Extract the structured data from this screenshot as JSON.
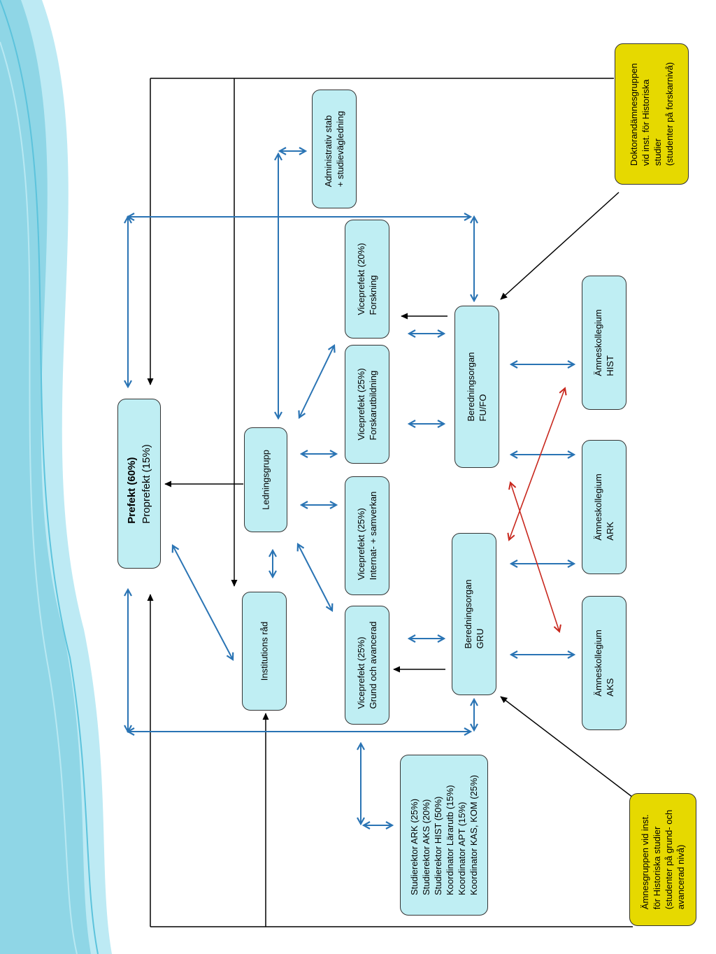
{
  "colors": {
    "background": "#ffffff",
    "box_fill": "#bfeef3",
    "box_yellow": "#e6d900",
    "arrow_blue": "#2a74b4",
    "arrow_red": "#c8281e",
    "arrow_black": "#000000",
    "accent_wave": "#8fd6e6"
  },
  "boxes": {
    "prefekt": {
      "line1": "Prefekt (60%)",
      "line2": "Proprefekt (15%)"
    },
    "ledningsgrupp": {
      "line1": "Ledningsgrupp"
    },
    "institutions_rad": {
      "line1": "Institutions råd"
    },
    "admin": {
      "line1": "Administrativ stab",
      "line2": "+ studievägledning"
    },
    "vp_forskning": {
      "line1": "Viceprefekt (20%)",
      "line2": "Forskning"
    },
    "vp_forskarutbildning": {
      "line1": "Viceprefekt (25%)",
      "line2": "Forskarutbildning"
    },
    "vp_internat": {
      "line1": "Viceprefekt  (25%)",
      "line2": "Internat- + samverkan"
    },
    "vp_grund": {
      "line1": "Viceprefekt  (25%)",
      "line2": "Grund och avancerad"
    },
    "studierektor": {
      "lines": [
        "Studierektor ARK (25%)",
        "Studierektor AKS (20%)",
        "Studierektor HIST (50%)",
        "Koordinator Lärarutb (15%)",
        "Koordinator  APT (15%)",
        "Koordinator KAS, KOM (25%)"
      ]
    },
    "beredning_fufo": {
      "line1": "Beredningsorgan",
      "line2": "FU/FO"
    },
    "beredning_gru": {
      "line1": "Beredningsorgan",
      "line2": "GRU"
    },
    "kollegium_hist": {
      "line1": "Ämneskollegium",
      "line2": "HIST"
    },
    "kollegium_ark": {
      "line1": "Ämneskollegium",
      "line2": "ARK"
    },
    "kollegium_aks": {
      "line1": "Ämneskollegium",
      "line2": "AKS"
    },
    "doktorand": {
      "lines": [
        "Doktorandämnesgruppen",
        "vid inst. för Historiska",
        "studier",
        "(studenter på forskarnivå)"
      ]
    },
    "amnesgruppen": {
      "lines": [
        "Ämnesgruppen vid inst.",
        "för Historiska studier",
        "(studenter på grund- och",
        "avancerad nivå)"
      ]
    }
  }
}
